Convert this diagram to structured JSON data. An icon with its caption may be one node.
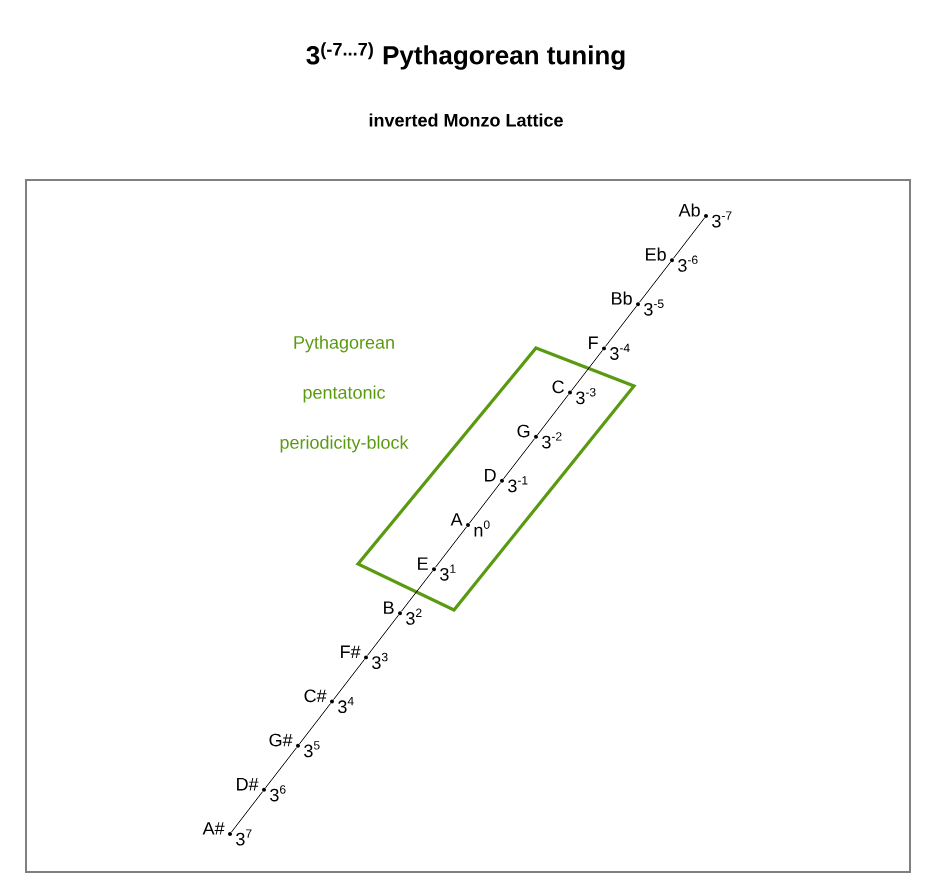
{
  "diagram": {
    "title": "3$^{(-7...7)}$ Pythagorean tuning",
    "nodes": [
      {
        "text": [],
        "shape": "box",
        "beside": [
          "Pythagorean",
          "pentatonic",
          "periodicity-block"
        ]
      },
      {
        "text": [
          "Ab",
          "3$^{-7}$"
        ]
      },
      {
        "text": [
          "Eb",
          "3$^{-6}$"
        ]
      },
      {
        "text": [
          "Bb",
          "3$^{-5}$"
        ]
      },
      {
        "text": [
          "F",
          "3$^{-4}$"
        ]
      },
      {
        "text": [
          "C",
          "3$^{-3}$"
        ],
        "in": 0
      },
      {
        "text": [
          "G",
          "3$^{-2}$"
        ],
        "in": 0
      },
      {
        "text": [
          "D",
          "3$^{-1}$"
        ],
        "in": 0
      },
      {
        "text": [
          "A",
          "n$^{0}$"
        ],
        "in": 0
      },
      {
        "text": [
          "E",
          "3$^{1}$"
        ],
        "in": 0
      },
      {
        "text": [
          "B",
          "3$^{2}$"
        ]
      },
      {
        "text": [
          "F#",
          "3$^{3}$"
        ]
      },
      {
        "text": [
          "C#",
          "3$^{4}$"
        ]
      },
      {
        "text": [
          "G#",
          "3$^{5}$"
        ]
      },
      {
        "text": [
          "D#",
          "3$^{6}$"
        ]
      },
      {
        "text": [
          "A#",
          "3$^{7}$"
        ]
      }
    ],
    "edges": [
      {
        "from": 1,
        "to": 2,
        "arrow": "none"
      },
      {
        "from": 2,
        "to": 3,
        "arrow": "none"
      },
      {
        "from": 3,
        "to": 4,
        "arrow": "none"
      },
      {
        "from": 4,
        "to": 5,
        "arrow": "none"
      },
      {
        "from": 5,
        "to": 6,
        "arrow": "none"
      },
      {
        "from": 6,
        "to": 7,
        "arrow": "none"
      },
      {
        "from": 7,
        "to": 8,
        "arrow": "none"
      },
      {
        "from": 8,
        "to": 9,
        "arrow": "none"
      },
      {
        "from": 9,
        "to": 10,
        "arrow": "none"
      },
      {
        "from": 10,
        "to": 11,
        "arrow": "none"
      },
      {
        "from": 11,
        "to": 12,
        "arrow": "none"
      },
      {
        "from": 12,
        "to": 13,
        "arrow": "none"
      },
      {
        "from": 13,
        "to": 14,
        "arrow": "none"
      },
      {
        "from": 14,
        "to": 15,
        "arrow": "none"
      }
    ],
    "labels": [
      "inverted Monzo  Lattice"
    ]
  }
}
